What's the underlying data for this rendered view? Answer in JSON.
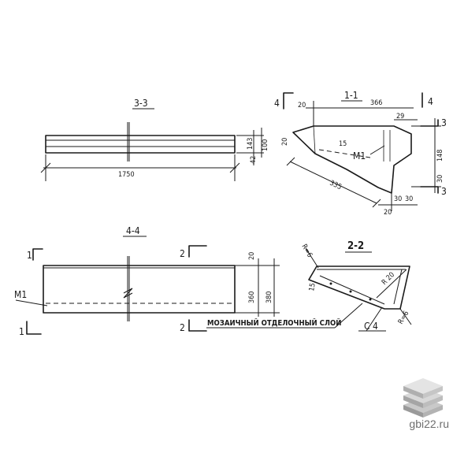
{
  "views": {
    "view_3": {
      "title": "3-3",
      "length": "1750",
      "dim_top": "143",
      "dim_mid": "100",
      "dim_bottom": "42"
    },
    "view_1": {
      "title": "1-1",
      "marker_left": "4",
      "marker_right": "4",
      "cut_marker": "3",
      "dim_top_left": "20",
      "dim_top": "366",
      "dim_step": "29",
      "dim_height": "148",
      "dim_slope": "335",
      "dim_angle": "15",
      "dim_side_top": "20",
      "dim_side_bottom": "30",
      "dim_base_a": "30",
      "dim_base_b": "30",
      "dim_base_c": "20",
      "mark": "M1"
    },
    "view_4": {
      "title": "4-4",
      "cut_left": "1",
      "cut_right": "2",
      "mark": "M1",
      "dim_top": "20",
      "dim_inner": "360",
      "dim_outer": "380",
      "note": "МОЗАИЧНЫЙ ОТДЕЛОЧНЫЙ СЛОЙ"
    },
    "view_2": {
      "title": "2-2",
      "radius_top": "R=6",
      "radius_bottom": "R=6",
      "radius_mid": "R 20",
      "angle": "15",
      "mark": "С 4"
    }
  },
  "watermark": {
    "text": "gbi22.ru",
    "icon": "stacked-slabs-logo"
  }
}
